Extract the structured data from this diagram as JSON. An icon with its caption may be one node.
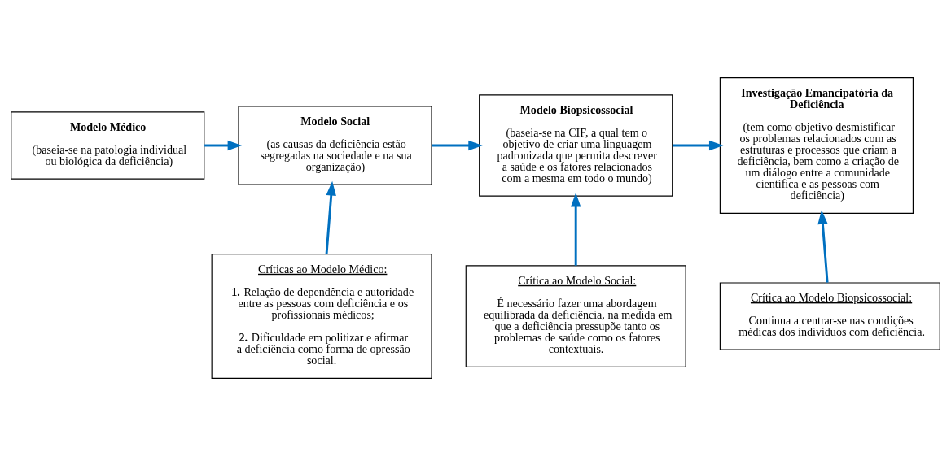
{
  "diagram": {
    "nodes": [
      {
        "text": [
          "Modelo Médico",
          "(baseia-se na patologia individual ou biológica da deficiência)"
        ]
      },
      {
        "text": [
          "Modelo Social",
          "(as causas da deficiência estão segregadas na sociedade e na sua organização)"
        ]
      },
      {
        "text": [
          "Modelo Biopsicossocial",
          "(baseia-se na CIF, a qual tem o objetivo de criar uma linguagem padronizada que permita descrever a saúde e os fatores relacionados com a mesma em todo o mundo)"
        ]
      },
      {
        "text": [
          "Investigação Emancipatória da Deficiência",
          "(tem como objetivo desmistificar os problemas relacionados com as estruturas e processos que criam a deficiência, bem como a criação de um diálogo entre a comunidade científica e as pessoas com deficiência)"
        ]
      },
      {
        "text": [
          "Críticas ao Modelo Médico:",
          "**1.** Relação de dependência e autoridade entre as pessoas com deficiência e os profissionais médicos;",
          "**2.** Dificuldade em politizar e afirmar a deficiência como forma de opressão social."
        ]
      },
      {
        "text": [
          "Crítica ao Modelo Social:",
          "É necessário fazer uma abordagem equilibrada da deficiência, na medida em que a deficiência pressupõe tanto os problemas de saúde como os fatores contextuais."
        ]
      },
      {
        "text": [
          "Crítica ao Modelo Biopsicossocial:",
          "Continua a centrar-se nas condições médicas dos indivíduos com deficiência."
        ]
      }
    ],
    "edges": [
      {
        "from": 0,
        "to": 1,
        "arrow": "to"
      },
      {
        "from": 4,
        "to": 1,
        "arrow": "to"
      },
      {
        "from": 1,
        "to": 2,
        "arrow": "to"
      },
      {
        "from": 5,
        "to": 2,
        "arrow": "to"
      },
      {
        "from": 2,
        "to": 3,
        "arrow": "to"
      },
      {
        "from": 6,
        "to": 3,
        "arrow": "to"
      }
    ]
  }
}
